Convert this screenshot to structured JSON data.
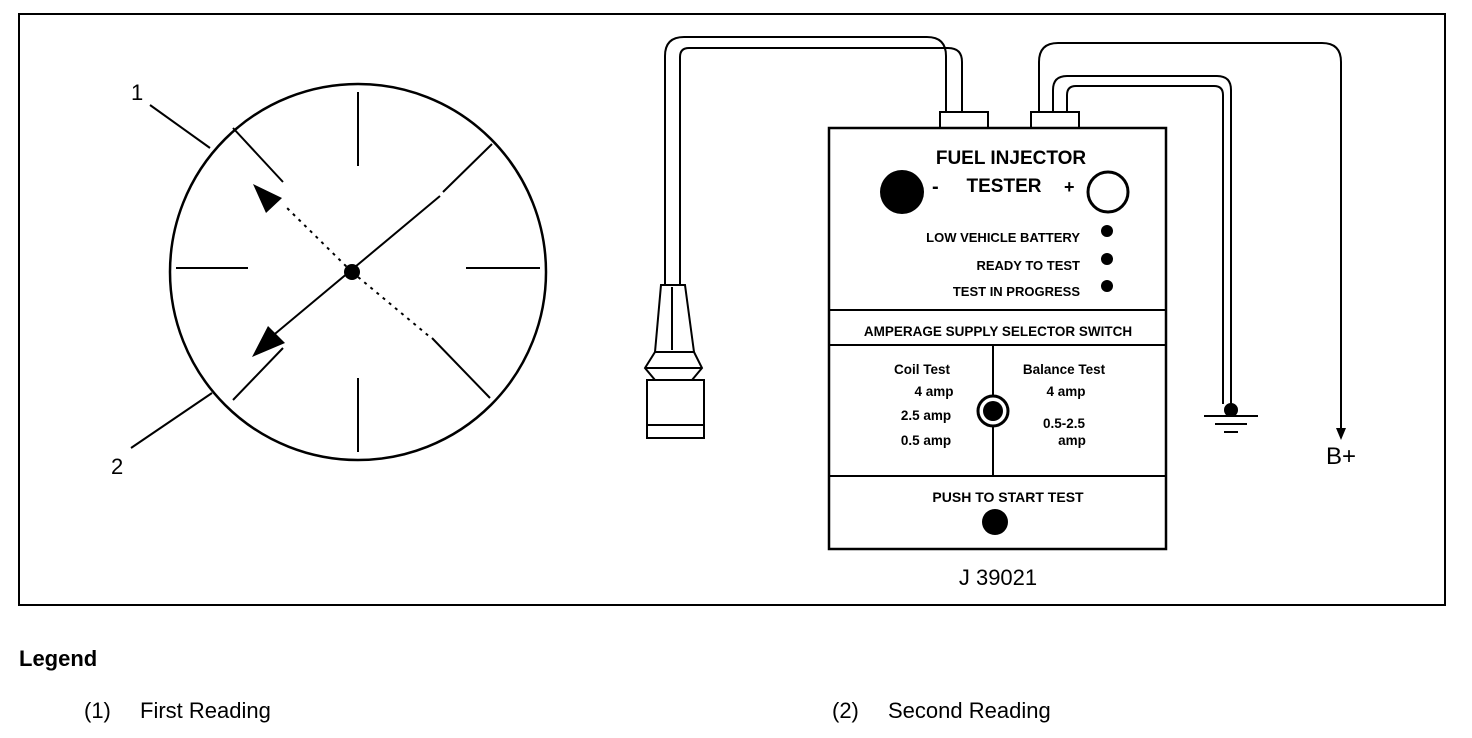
{
  "gauge": {
    "callout_1": "1",
    "callout_2": "2"
  },
  "tester": {
    "title_line1": "FUEL INJECTOR",
    "title_line2": "TESTER",
    "minus": "-",
    "plus": "+",
    "indicators": [
      "LOW VEHICLE BATTERY",
      "READY TO TEST",
      "TEST IN PROGRESS"
    ],
    "selector_header": "AMPERAGE SUPPLY SELECTOR SWITCH",
    "coil_test": {
      "label": "Coil Test",
      "values": [
        "4 amp",
        "2.5 amp",
        "0.5 amp"
      ]
    },
    "balance_test": {
      "label": "Balance Test",
      "values": [
        "4 amp",
        "0.5-2.5",
        "amp"
      ]
    },
    "push_label": "PUSH TO START TEST",
    "model": "J 39021"
  },
  "b_plus": "B+",
  "legend": {
    "title": "Legend",
    "items": [
      {
        "num": "(1)",
        "label": "First Reading"
      },
      {
        "num": "(2)",
        "label": "Second Reading"
      }
    ]
  }
}
